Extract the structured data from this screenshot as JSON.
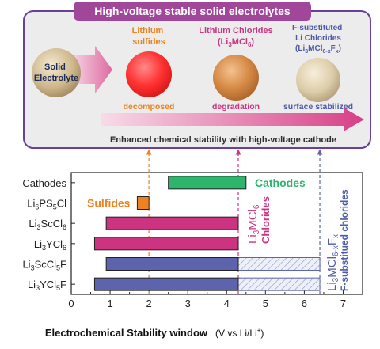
{
  "banner": {
    "title": "High-voltage stable solid electrolytes",
    "start_label": [
      "Solid",
      "Electrolyte"
    ],
    "arrow_label": "Enhanced chemical stability with high-voltage cathode",
    "columns": [
      {
        "top": "Lithium",
        "top2": "sulfides",
        "bottom": "decomposed",
        "color": "#ef8220"
      },
      {
        "top": "Lithium Chlorides",
        "top2": "(Li3MCl6)",
        "bottom": "degradation",
        "color": "#cc3380"
      },
      {
        "top": "F-substituted",
        "top2": "Li Chlorides",
        "top3": "(Li3MCl6-xFx)",
        "bottom": "surface stabilized",
        "color": "#4f5aa6"
      }
    ],
    "colors": {
      "border": "#7b3fa0",
      "title_bg": "#a64d9a",
      "arrow": "#d64b8e"
    }
  },
  "chart_data": {
    "type": "bar",
    "orientation": "horizontal",
    "categories": [
      "Cathodes",
      "Li6PS5Cl",
      "Li3ScCl6",
      "Li3YCl6",
      "Li3ScCl5F",
      "Li3YCl5F"
    ],
    "ranges": [
      {
        "category": "Cathodes",
        "start": 2.5,
        "end": 4.5,
        "color": "#2db56b"
      },
      {
        "category": "Li6PS5Cl",
        "start": 1.7,
        "end": 2.0,
        "color": "#ef8220"
      },
      {
        "category": "Li3ScCl6",
        "start": 0.9,
        "end": 4.3,
        "color": "#cc3380"
      },
      {
        "category": "Li3YCl6",
        "start": 0.6,
        "end": 4.3,
        "color": "#cc3380"
      },
      {
        "category": "Li3ScCl5F",
        "start": 0.9,
        "end": 4.3,
        "color": "#5d63ad",
        "extended_end": 6.4
      },
      {
        "category": "Li3YCl5F",
        "start": 0.6,
        "end": 4.3,
        "color": "#5d63ad",
        "extended_end": 6.4
      }
    ],
    "xlim": [
      0,
      7.5
    ],
    "xticks": [
      "0",
      "1",
      "2",
      "3",
      "4",
      "5",
      "6",
      "7"
    ],
    "xlabel": "Electrochemical Stability window",
    "xlabel_unit": "(V vs Li/Li+)",
    "dashed_lines": [
      {
        "x": 2.0,
        "color": "#ef8220"
      },
      {
        "x": 4.3,
        "color": "#cc3380"
      },
      {
        "x": 6.4,
        "color": "#5d63ad"
      }
    ],
    "annotations": {
      "cathodes": {
        "text": "Cathodes",
        "color": "#2db56b"
      },
      "sulfides": {
        "text": "Sulfides",
        "color": "#ef8220"
      },
      "chlorides": {
        "text": "Li3MCl6",
        "text2": "Chlorides",
        "color": "#cc3380"
      },
      "fsub": {
        "text": "Li3MCl6-xFx",
        "text2": "F-substitued chlorides",
        "color": "#4f5aa6"
      }
    }
  }
}
